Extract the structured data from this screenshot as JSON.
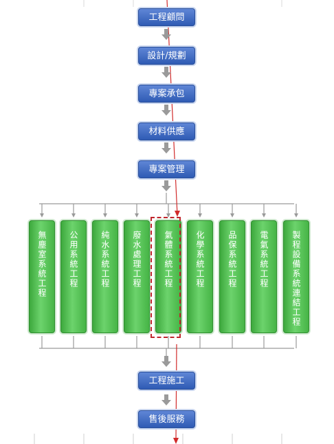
{
  "flow_top": [
    "工程顧問",
    "設計/規劃",
    "專案承包",
    "材料供應",
    "專案管理"
  ],
  "branches": [
    "無塵室系統工程",
    "公用系統工程",
    "純水系統工程",
    "廢水處理工程",
    "氣體系統工程",
    "化學系統工程",
    "品保系統工程",
    "電氣系統工程",
    "製程設備系統連結工程"
  ],
  "highlighted_branch": "氣體系統工程",
  "flow_bottom": [
    "工程施工",
    "售後服務"
  ],
  "colors": {
    "blue_box": "#2f5bb4",
    "green_box": "#46b446",
    "connector": "#9a9a9a",
    "highlight": "#c0262d"
  }
}
